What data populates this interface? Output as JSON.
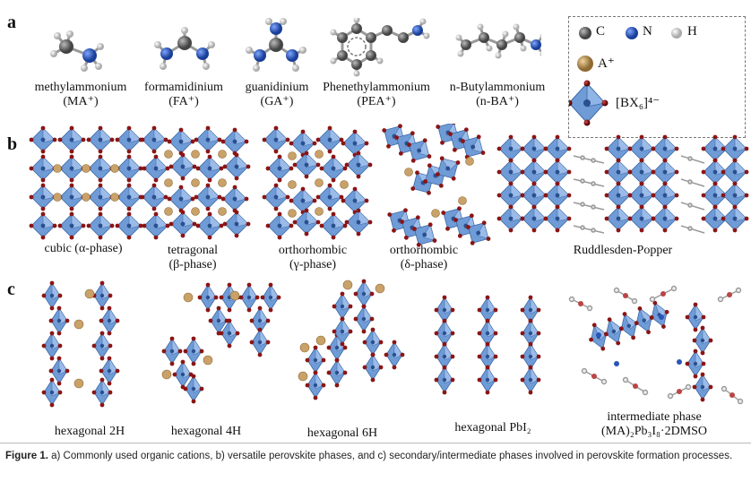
{
  "panels": {
    "a": "a",
    "b": "b",
    "c": "c"
  },
  "cations": [
    {
      "name": "methylammonium",
      "abbr": "(MA⁺)"
    },
    {
      "name": "formamidinium",
      "abbr": "(FA⁺)"
    },
    {
      "name": "guanidinium",
      "abbr": "(GA⁺)"
    },
    {
      "name": "Phenethylammonium",
      "abbr": "(PEA⁺)"
    },
    {
      "name": "n-Butylammonium",
      "abbr": "(n-BA⁺)"
    }
  ],
  "legend": {
    "c": "C",
    "n": "N",
    "h": "H",
    "a": "A⁺",
    "bx": "[BX₆]⁴⁻"
  },
  "phases_b": [
    {
      "line1": "cubic (α-phase)",
      "line2": ""
    },
    {
      "line1": "tetragonal",
      "line2": "(β-phase)"
    },
    {
      "line1": "orthorhombic",
      "line2": "(γ-phase)"
    },
    {
      "line1": "orthorhombic",
      "line2": "(δ-phase)"
    },
    {
      "line1": "Ruddlesden-Popper",
      "line2": ""
    }
  ],
  "phases_c": [
    {
      "line1": "hexagonal 2H",
      "line2": ""
    },
    {
      "line1": "hexagonal 4H",
      "line2": ""
    },
    {
      "line1": "hexagonal 6H",
      "line2": ""
    },
    {
      "line1": "hexagonal PbI₂",
      "line2": ""
    },
    {
      "line1": "intermediate phase",
      "line2": "(MA)₂Pb₃I₈·2DMSO"
    }
  ],
  "figure_caption": {
    "label": "Figure 1.",
    "text": "a) Commonly used organic cations, b) versatile perovskite phases, and c) secondary/intermediate phases involved in perovskite formation processes."
  },
  "colors": {
    "octa_fill": "#6f9bd6",
    "octa_stroke": "#3d6aa8",
    "x_atom": "#8a1515",
    "a_atom": "#c9a26a",
    "carbon": "#666666",
    "nitrogen": "#2a55b8",
    "hydrogen": "#e6e6e6"
  }
}
